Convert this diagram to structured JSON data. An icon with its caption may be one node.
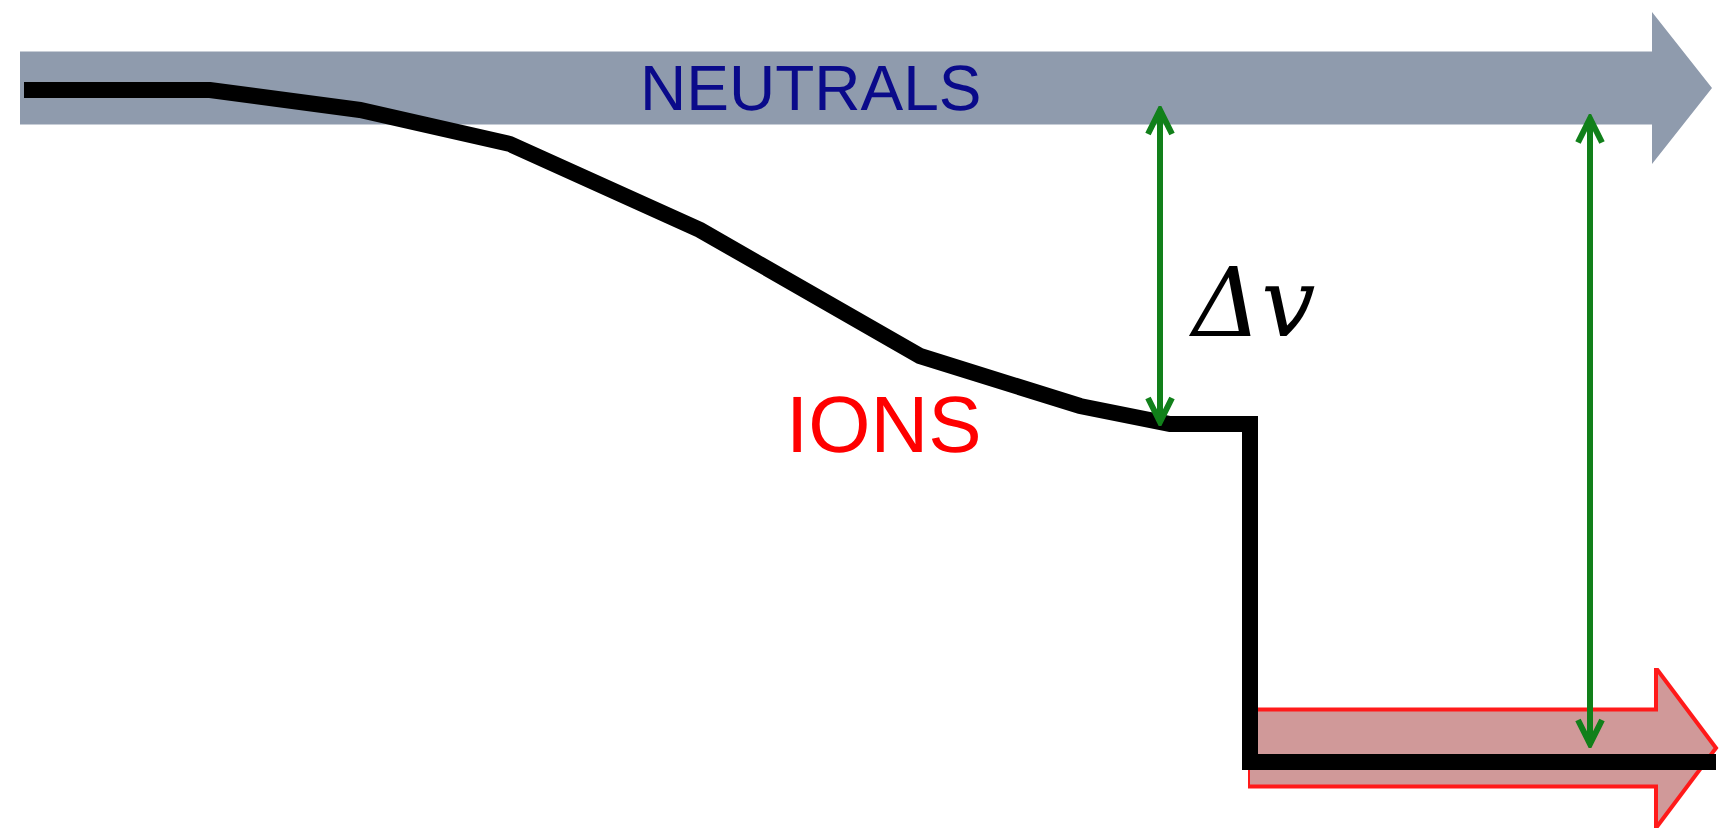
{
  "diagram": {
    "nodes": [
      {
        "text": [
          "NEUTRALS"
        ]
      },
      {
        "text": [],
        "shape": "arrow"
      }
    ],
    "edges": [
      {
        "from": 0,
        "to": 1,
        "arrow": "none",
        "style": "thick",
        "color": "#000000"
      },
      {
        "from": 0,
        "to": 1,
        "arrow": "both",
        "color": "#11801a"
      }
    ],
    "labels": [
      "Δv",
      "IONS"
    ]
  }
}
